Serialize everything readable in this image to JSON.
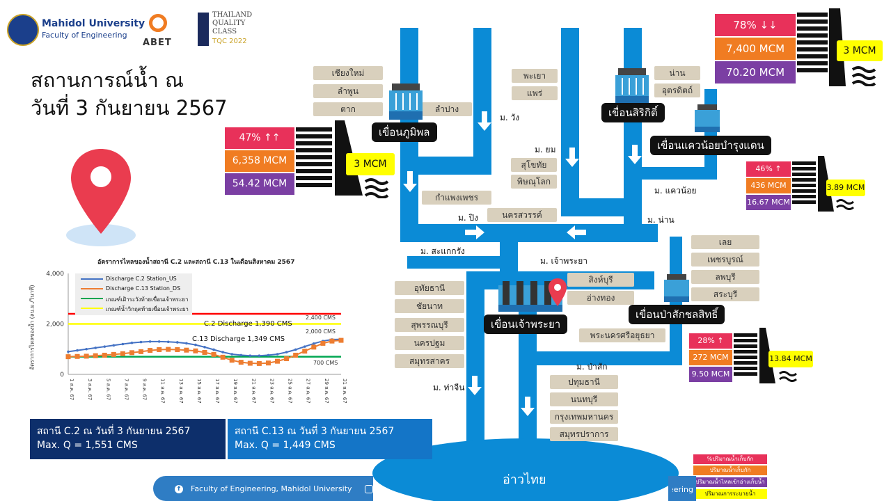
{
  "header": {
    "university": "Mahidol University",
    "faculty": "Faculty of Engineering",
    "abet": "ABET",
    "tqc_line1": "THAILAND",
    "tqc_line2": "QUALITY",
    "tqc_line3": "CLASS",
    "tqc_year": "TQC 2022"
  },
  "title": {
    "line1": "สถานการณ์น้ำ ณ",
    "line2": "วันที่ 3 กันยายน 2567"
  },
  "dams": {
    "sirikit": {
      "name": "เขื่อนสิริกิติ์",
      "percent": "78% ↓↓",
      "volume": "7,400 MCM",
      "usable": "70.20 MCM",
      "release": "3 MCM"
    },
    "bhumibol": {
      "name": "เขื่อนภูมิพล",
      "percent": "47% ↑↑",
      "volume": "6,358 MCM",
      "usable": "54.42 MCM",
      "release": "3 MCM"
    },
    "kwae_noi": {
      "name": "เขื่อนแควน้อยบำรุงแดน",
      "percent": "46% ↑",
      "volume": "436 MCM",
      "usable": "16.67 MCM",
      "release": "3.89 MCM"
    },
    "pasak": {
      "name": "เขื่อนป่าสักชลสิทธิ์",
      "percent": "28% ↑",
      "volume": "272 MCM",
      "usable": "9.50 MCM",
      "release": "13.84 MCM"
    },
    "chao_phraya": {
      "name": "เขื่อนเจ้าพระยา"
    }
  },
  "provinces": {
    "ping": [
      "เชียงใหม่",
      "ลำพูน",
      "ตาก"
    ],
    "wang": [
      "ลำปาง"
    ],
    "yom_top": [
      "พะเยา",
      "แพร่"
    ],
    "nan_top": [
      "น่าน",
      "อุตรดิตถ์"
    ],
    "yom_mid": [
      "สุโขทัย",
      "พิษณุโลก"
    ],
    "kamphaeng": "กำแพงเพชร",
    "nakhonsawan": "นครสวรรค์",
    "chaophraya_right": [
      "สิงห์บุรี",
      "อ่างทอง"
    ],
    "pasak": [
      "เลย",
      "เพชรบูรณ์",
      "ลพบุรี",
      "สระบุรี"
    ],
    "ayutthaya": "พระนครศรีอยุธยา",
    "tha_chin": [
      "อุทัยธานี",
      "ชัยนาท",
      "สุพรรณบุรี",
      "นครปฐม",
      "สมุทรสาคร"
    ],
    "lower": [
      "ปทุมธานี",
      "นนทบุรี",
      "กรุงเทพมหานคร",
      "สมุทรปราการ"
    ]
  },
  "rivers": {
    "wang": "ม. วัง",
    "yom": "ม. ยม",
    "ping": "ม. ปิง",
    "nan": "ม. น่าน",
    "kwae_noi": "ม. แควน้อย",
    "sakae_krang": "ม. สะแกกรัง",
    "chao_phraya": "ม. เจ้าพระยา",
    "pasak": "ม. ป่าสัก",
    "tha_chin": "ม. ท่าจีน",
    "gulf": "อ่าวไทย"
  },
  "chart_data": {
    "type": "line",
    "title": "อัตราการไหลของน้ำสถานี C.2 และสถานี C.13 ในเดือนสิงหาคม 2567",
    "ylabel": "อัตราการไหลของน้ำ (ลบ.ม./วินาที)",
    "xlabel": "",
    "ylim": [
      0,
      4000
    ],
    "yticks": [
      "0",
      "2,000",
      "4,000"
    ],
    "categories": [
      "1 ส.ค. 67",
      "3 ส.ค. 67",
      "5 ส.ค. 67",
      "7 ส.ค. 67",
      "9 ส.ค. 67",
      "11 ส.ค. 67",
      "13 ส.ค. 67",
      "15 ส.ค. 67",
      "17 ส.ค. 67",
      "19 ส.ค. 67",
      "21 ส.ค. 67",
      "23 ส.ค. 67",
      "25 ส.ค. 67",
      "27 ส.ค. 67",
      "29 ส.ค. 67",
      "31 ส.ค. 67"
    ],
    "x": [
      1,
      2,
      3,
      4,
      5,
      6,
      7,
      8,
      9,
      10,
      11,
      12,
      13,
      14,
      15,
      16,
      17,
      18,
      19,
      20,
      21,
      22,
      23,
      24,
      25,
      26,
      27,
      28,
      29,
      30,
      31
    ],
    "series": [
      {
        "name": "Discharge C.2 Station_US",
        "color": "#4472c4",
        "values": [
          900,
          950,
          1000,
          1050,
          1100,
          1150,
          1200,
          1250,
          1280,
          1300,
          1300,
          1290,
          1270,
          1230,
          1170,
          1080,
          980,
          880,
          800,
          760,
          740,
          740,
          760,
          800,
          880,
          980,
          1100,
          1220,
          1320,
          1380,
          1390
        ]
      },
      {
        "name": "Discharge C.13 Station_DS",
        "color": "#ed7d31",
        "values": [
          700,
          710,
          720,
          740,
          760,
          790,
          820,
          860,
          900,
          950,
          980,
          990,
          980,
          960,
          930,
          870,
          790,
          680,
          560,
          480,
          440,
          430,
          450,
          520,
          620,
          760,
          920,
          1080,
          1230,
          1320,
          1349
        ]
      },
      {
        "name": "เกณฑ์เฝ้าระวังท้ายเขื่อนเจ้าพระยา",
        "color": "#00a651",
        "values": [
          700,
          700,
          700,
          700,
          700,
          700,
          700,
          700,
          700,
          700,
          700,
          700,
          700,
          700,
          700,
          700,
          700,
          700,
          700,
          700,
          700,
          700,
          700,
          700,
          700,
          700,
          700,
          700,
          700,
          700,
          700
        ]
      },
      {
        "name": "เกณฑ์น้ำวิกฤตท้ายเขื่อนเจ้าพระยา",
        "color": "#ffff00",
        "values": [
          2000,
          2000,
          2000,
          2000,
          2000,
          2000,
          2000,
          2000,
          2000,
          2000,
          2000,
          2000,
          2000,
          2000,
          2000,
          2000,
          2000,
          2000,
          2000,
          2000,
          2000,
          2000,
          2000,
          2000,
          2000,
          2000,
          2000,
          2000,
          2000,
          2000,
          2000
        ]
      },
      {
        "name": "",
        "color": "#ff0000",
        "values": [
          2400,
          2400,
          2400,
          2400,
          2400,
          2400,
          2400,
          2400,
          2400,
          2400,
          2400,
          2400,
          2400,
          2400,
          2400,
          2400,
          2400,
          2400,
          2400,
          2400,
          2400,
          2400,
          2400,
          2400,
          2400,
          2400,
          2400,
          2400,
          2400,
          2400,
          2400
        ]
      }
    ],
    "annotations": {
      "red": "2,400 CMS",
      "yellow": "2,000 CMS",
      "green": "700 CMS",
      "c2": "C.2 Discharge 1,390 CMS",
      "c13": "C.13 Discharge 1,349 CMS"
    }
  },
  "stations": {
    "c2_line1": "สถานี C.2 ณ วันที่ 3 กันยายน 2567",
    "c2_line2": "Max. Q = 1,551 CMS",
    "c13_line1": "สถานี C.13 ณ วันที่ 3 กันยายน 2567",
    "c13_line2": "Max. Q = 1,449 CMS"
  },
  "legend": [
    "%ปริมาณน้ำเก็บกัก",
    "ปริมาณน้ำเก็บกัก",
    "ปริมาณน้ำไหลเข้าอ่างเก็บน้ำ",
    "ปริมาณการระบายน้ำ"
  ],
  "footer": {
    "text": "Faculty of Engineering, Mahidol University",
    "right": "mahidolengineering"
  },
  "colors": {
    "river": "#0b8bd6",
    "percent": "#e8315a",
    "volume": "#f07c22",
    "usable": "#7b3fa3",
    "release": "#ffff00",
    "tag": "#d9d0bd"
  }
}
